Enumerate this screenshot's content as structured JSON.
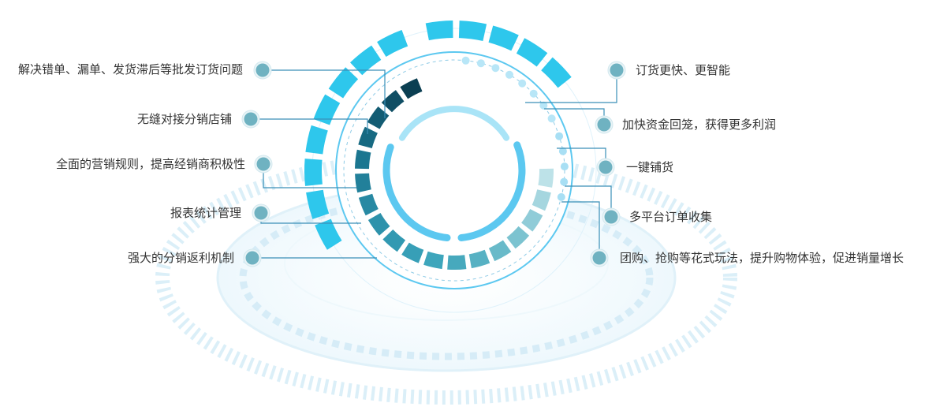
{
  "left_items": [
    {
      "label": "解决错单、漏单、发货滞后等批发订货问题"
    },
    {
      "label": "无缝对接分销店铺"
    },
    {
      "label": "全面的营销规则，提高经销商积极性"
    },
    {
      "label": "报表统计管理"
    },
    {
      "label": "强大的分销返利机制"
    }
  ],
  "right_items": [
    {
      "label": "订货更快、更智能"
    },
    {
      "label": "加快资金回笼，获得更多利润"
    },
    {
      "label": "一键铺货"
    },
    {
      "label": "多平台订单收集"
    },
    {
      "label": "团购、抢购等花式玩法，提升购物体验，促进销量增长"
    }
  ],
  "colors": {
    "accent": "#2ec7ec",
    "dark_teal": "#0d4a5e",
    "mid_teal": "#3aa0b0",
    "light_teal": "#9fd6df",
    "node": "#6fb2c1",
    "line": "#3a8fb7",
    "ring": "#5cc8f0",
    "faint": "#cfe9f5"
  }
}
